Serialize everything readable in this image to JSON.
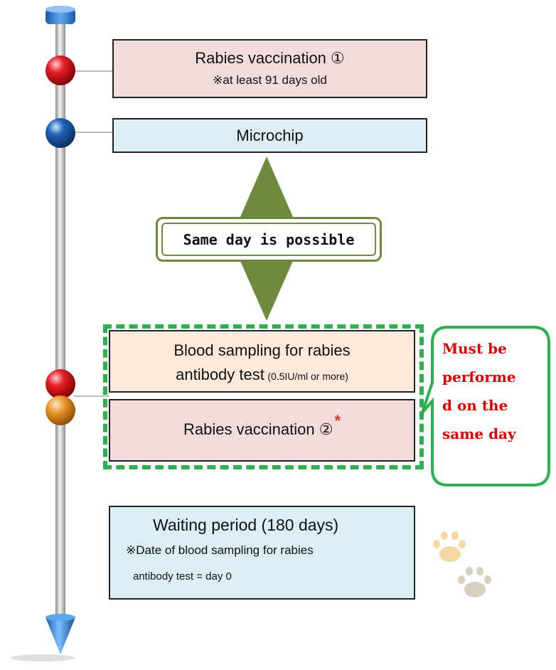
{
  "steps": {
    "vaccination1": {
      "title": "Rabies vaccination ①",
      "note": "※at least 91 days old"
    },
    "microchip": {
      "title": "Microchip"
    },
    "same_day_label": "Same day is possible",
    "blood": {
      "title_line1": "Blood sampling for rabies",
      "title_line2": "antibody test",
      "note": "(0.5IU/ml or more)"
    },
    "vaccination2": {
      "title": "Rabies vaccination ②",
      "asterisk": "*"
    },
    "callout": [
      "Must be",
      "performe",
      "d on the",
      "same day"
    ],
    "waiting": {
      "title": "Waiting period (180 days)",
      "note_line1": "※Date of blood sampling for rabies",
      "note_line2": "antibody test = day 0"
    }
  },
  "colors": {
    "red_marker": "#e8202a",
    "blue_marker": "#1f63b8",
    "orange_marker": "#e8942a",
    "pink_box": "#f2dcdb",
    "blue_box": "#dbeef3",
    "peach_box": "#fde9d9",
    "olive_arrow": "#6e8b3d",
    "green_dashed": "#2eb050"
  },
  "icons": [
    "paw-print-icon",
    "paw-print-icon"
  ]
}
